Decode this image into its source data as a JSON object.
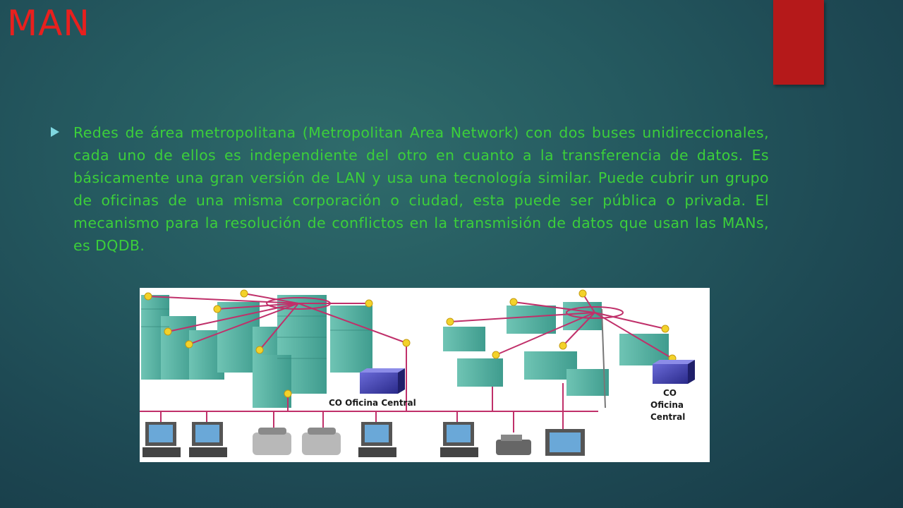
{
  "slide": {
    "title": "MAN",
    "bullet": "Redes de área metropolitana (Metropolitan Area Network) con dos buses unidireccionales, cada uno de ellos es independiente del otro en cuanto a la transferencia de datos. Es básicamente una gran versión de LAN y usa una tecnología similar. Puede cubrir un grupo de oficinas de una misma corporación o ciudad, esta puede ser pública o privada. El mecanismo para la resolución de conflictos en la transmisión de datos que usan las MANs, es DQDB."
  },
  "diagram": {
    "label_left": "CO Oficina Central",
    "label_right_line1": "CO",
    "label_right_line2": "Oficina",
    "label_right_line3": "Central"
  },
  "colors": {
    "title": "#e8201e",
    "accent_tab": "#b5191a",
    "body_text": "#3ccf3a",
    "bullet_arrow": "#7fd7e0",
    "network_line": "#c0306a"
  }
}
